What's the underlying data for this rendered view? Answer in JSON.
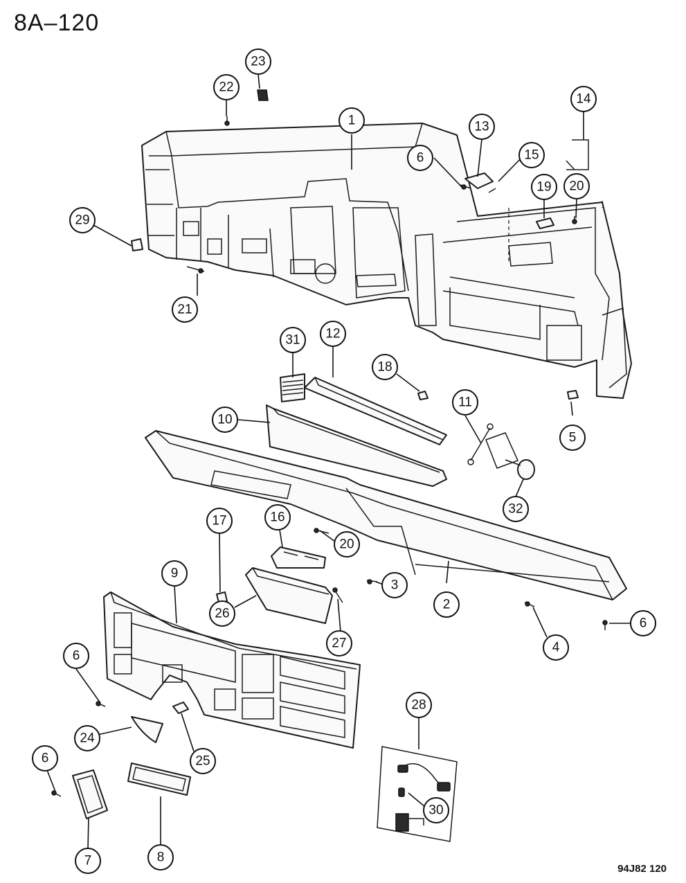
{
  "header": {
    "title": "8A–120"
  },
  "footer": {
    "figure_code": "94J82  120"
  },
  "callouts": [
    {
      "id": "c1",
      "label": "1"
    },
    {
      "id": "c2",
      "label": "2"
    },
    {
      "id": "c3",
      "label": "3"
    },
    {
      "id": "c4",
      "label": "4"
    },
    {
      "id": "c5",
      "label": "5"
    },
    {
      "id": "c6a",
      "label": "6"
    },
    {
      "id": "c6b",
      "label": "6"
    },
    {
      "id": "c6c",
      "label": "6"
    },
    {
      "id": "c6d",
      "label": "6"
    },
    {
      "id": "c7",
      "label": "7"
    },
    {
      "id": "c8",
      "label": "8"
    },
    {
      "id": "c9",
      "label": "9"
    },
    {
      "id": "c10",
      "label": "10"
    },
    {
      "id": "c11",
      "label": "11"
    },
    {
      "id": "c12",
      "label": "12"
    },
    {
      "id": "c13",
      "label": "13"
    },
    {
      "id": "c14",
      "label": "14"
    },
    {
      "id": "c15",
      "label": "15"
    },
    {
      "id": "c16",
      "label": "16"
    },
    {
      "id": "c17",
      "label": "17"
    },
    {
      "id": "c18",
      "label": "18"
    },
    {
      "id": "c19",
      "label": "19"
    },
    {
      "id": "c20a",
      "label": "20"
    },
    {
      "id": "c20b",
      "label": "20"
    },
    {
      "id": "c21",
      "label": "21"
    },
    {
      "id": "c22",
      "label": "22"
    },
    {
      "id": "c23",
      "label": "23"
    },
    {
      "id": "c24",
      "label": "24"
    },
    {
      "id": "c25",
      "label": "25"
    },
    {
      "id": "c26",
      "label": "26"
    },
    {
      "id": "c27",
      "label": "27"
    },
    {
      "id": "c28",
      "label": "28"
    },
    {
      "id": "c29",
      "label": "29"
    },
    {
      "id": "c30",
      "label": "30"
    },
    {
      "id": "c31",
      "label": "31"
    },
    {
      "id": "c32",
      "label": "32"
    }
  ]
}
